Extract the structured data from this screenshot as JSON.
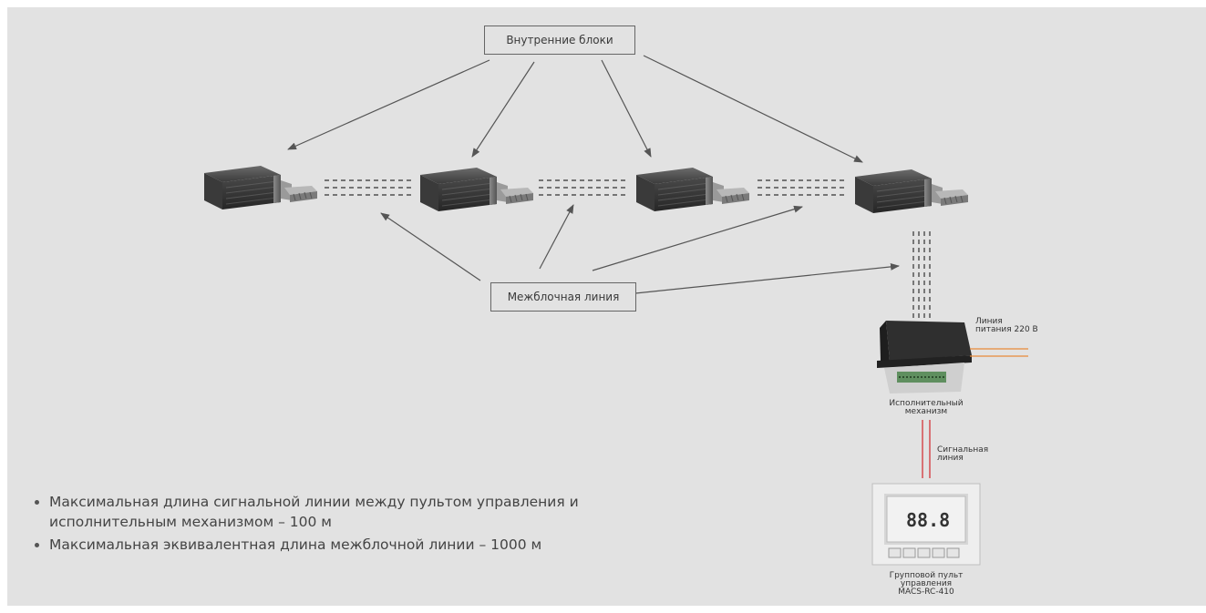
{
  "labels": {
    "indoor_units": "Внутренние блоки",
    "interunit_line": "Межблочная линия",
    "power_line_1": "Линия",
    "power_line_2": "питания 220 В",
    "actuator_1": "Исполнительный",
    "actuator_2": "механизм",
    "signal_line_1": "Сигнальная",
    "signal_line_2": "линия",
    "controller_1": "Групповой пульт",
    "controller_2": "управления",
    "controller_3": "MACS-RC-410",
    "controller_display": "88.8"
  },
  "notes": [
    "Максимальная длина сигнальной линии между пультом управления и исполнительным механизмом – 100 м",
    "Максимальная эквивалентная длина межблочной линии – 1000 м"
  ],
  "colors": {
    "background": "#e2e2e2",
    "power_line": "#e88a3a",
    "signal_line": "#d2262a",
    "arrow": "#555555",
    "unit_body": "#3a3a3a"
  },
  "icons": [
    "duct-indoor-unit-icon",
    "actuator-box-icon",
    "wall-controller-icon"
  ]
}
